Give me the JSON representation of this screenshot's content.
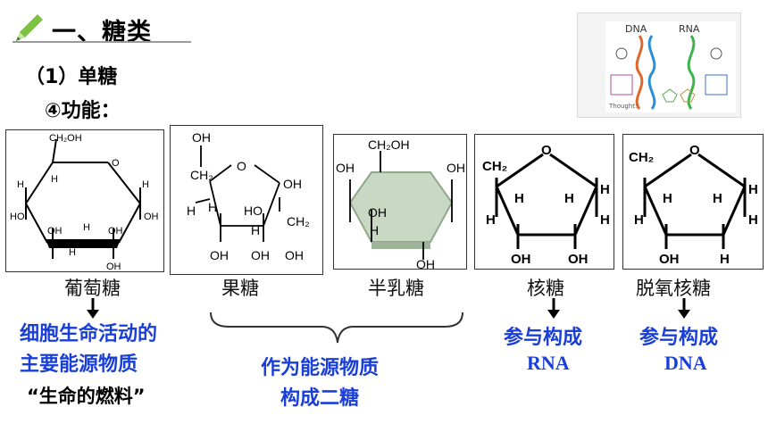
{
  "heading": {
    "title": "一、糖类",
    "subsection": "（1）单糖",
    "subpoint": "④功能："
  },
  "reference_image": {
    "dna_label": "DNA",
    "rna_label": "RNA",
    "thought_label": "Thought:"
  },
  "sugars": [
    {
      "name": "葡萄糖",
      "labels": [
        "CH₂OH",
        "O",
        "H",
        "H",
        "HO",
        "OH",
        "OH",
        "H",
        "OH",
        "H",
        "OH",
        "H"
      ]
    },
    {
      "name": "果糖",
      "labels": [
        "OH",
        "CH₂",
        "O",
        "OH",
        "H",
        "HO",
        "H",
        "CH₂",
        "OH",
        "H",
        "OH",
        "OH"
      ]
    },
    {
      "name": "半乳糖",
      "labels": [
        "CH₂OH",
        "OH",
        "OH",
        "OH",
        "H",
        "OH"
      ]
    },
    {
      "name": "核糖",
      "labels": [
        "CH₂",
        "O",
        "H",
        "H",
        "H",
        "H",
        "H",
        "OH",
        "OH"
      ]
    },
    {
      "name": "脱氧核糖",
      "labels": [
        "CH₂",
        "O",
        "H",
        "H",
        "H",
        "H",
        "H",
        "OH",
        "H"
      ]
    }
  ],
  "functions": {
    "glucose_line1": "细胞生命活动的",
    "glucose_line2": "主要能源物质",
    "glucose_quote": "“生命的燃料”",
    "energy_line1": "作为能源物质",
    "energy_line2": "构成二糖",
    "ribose_line1": "参与构成",
    "ribose_line2": "RNA",
    "deoxy_line1": "参与构成",
    "deoxy_line2": "DNA"
  },
  "colors": {
    "highlight_blue": "#1a3fd6",
    "pencil_green": "#7dc242",
    "hexagon_fill": "#c9d8c3"
  }
}
